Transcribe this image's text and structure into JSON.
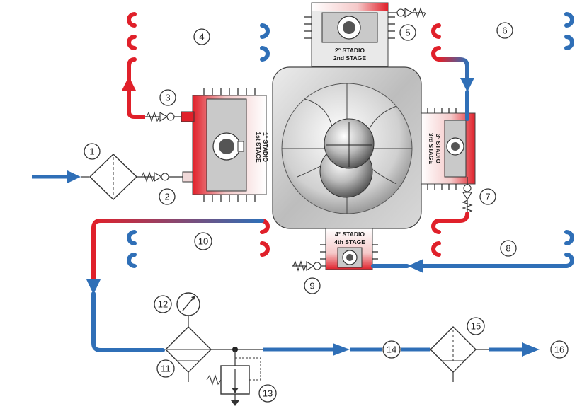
{
  "diagram": {
    "callouts": [
      {
        "id": "1",
        "label": "1"
      },
      {
        "id": "2",
        "label": "2"
      },
      {
        "id": "3",
        "label": "3"
      },
      {
        "id": "4",
        "label": "4"
      },
      {
        "id": "5",
        "label": "5"
      },
      {
        "id": "6",
        "label": "6"
      },
      {
        "id": "7",
        "label": "7"
      },
      {
        "id": "8",
        "label": "8"
      },
      {
        "id": "9",
        "label": "9"
      },
      {
        "id": "10",
        "label": "10"
      },
      {
        "id": "11",
        "label": "11"
      },
      {
        "id": "12",
        "label": "12"
      },
      {
        "id": "13",
        "label": "13"
      },
      {
        "id": "14",
        "label": "14"
      },
      {
        "id": "15",
        "label": "15"
      },
      {
        "id": "16",
        "label": "16"
      }
    ],
    "stages": {
      "first": {
        "line1": "1° STADIO",
        "line2": "1st STAGE"
      },
      "second": {
        "line1": "2° STADIO",
        "line2": "2nd STAGE"
      },
      "third": {
        "line1": "3° STADIO",
        "line2": "3rd STAGE"
      },
      "fourth": {
        "line1": "4° STADIO",
        "line2": "4th STAGE"
      }
    },
    "colors": {
      "cold": "#2f6fb7",
      "hot": "#e0202a",
      "housing": "#c8c8c8",
      "outline": "#333333"
    }
  }
}
